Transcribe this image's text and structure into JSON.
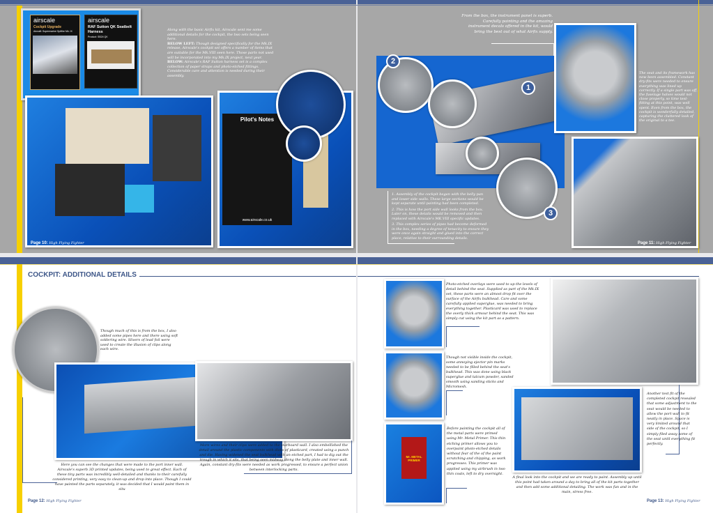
{
  "spread_top": {
    "left_page": {
      "intro": "Along with the basic Airfix kit, Airscale sent me some additional details for the cockpit, the two sets being seen here.",
      "below_left_label": "BELOW LEFT:",
      "below_left": "Though designed specifically for the Mk.IX release, Airscale's cockpit set offers a number of items that are suitable for the Mk.VIII seen here. Those parts not used will be incorporated into my Mk.IX project, next year.",
      "below_label": "BELOW:",
      "below": "Airscale's RAF Sutton harness set is a complex collection of paper straps and photo-etched fittings. Considerable care and attention is needed during their assembly.",
      "pack1": {
        "brand": "airscale",
        "title": "Cockpit Upgrade",
        "subtitle": "Aircraft: Supermarine Spitfire Mk. IX"
      },
      "pack2": {
        "brand": "airscale",
        "title": "RAF Sutton QK Seatbelt Harness",
        "product": "Product: SB24 QK"
      },
      "sheet_notes": "Pilot's Notes",
      "sheet_url": "www.airscale.co.uk",
      "folio_page": "Page 10:",
      "folio_title": "High Flying Fighter"
    },
    "right_page": {
      "panel_caption": "From the box, the instrument panel is superb. Carefully painting and the amazing instrument decals offered in the kit, would bring the best out of what Airfix supply.",
      "steps": [
        "1. Assembly of the cockpit began with the belly pan and lower side walls. These large sections would be kept separate until painting had been completed.",
        "2. This is how the port side wall looks from the box. Later on, these details would be removed and then replaced with Airscale's MK.VIII specific updates.",
        "3. This complex series of pipes had become deformed in the box, needing a degree of tenacity to ensure they were once again straight and glued into the correct place, relative to their surrounding details."
      ],
      "badges": [
        "1",
        "2",
        "3"
      ],
      "seat_caption": "The seat and its framework has now been assembled. Constant dry-fits were needed to ensure everything was lined up correctly. If a single part was off, the fuselage halves would not close properly, so time test-fitting at this point, was well spent. Even from the box, the cockpit is wonderfully detailed, capturing the cluttered look of the original to a tee.",
      "folio_page": "Page 11:",
      "folio_title": "High Flying Fighter"
    }
  },
  "spread_bottom": {
    "left_page": {
      "heading": "COCKPIT: ADDITIONAL DETAILS",
      "pipes_caption": "Though much of this is from the box, I also added some pipes here and there using soft soldering wire. Slivers of lead foil were used to create the illusion of clips along each wire.",
      "wall_caption": "Here you can see the changes that were made to the port inner wall. Airscale's superb 3D printed updates, being used to great effect. Each of these tiny parts was incredibly well-detailed and thanks to their carefully considered printing, very easy to clean-up and drop into place. Though I could have painted the parts separately, it was decided that I would paint them in situ",
      "wires_caption": "More wires and their clips were added to the starboard wall. I also embellished the detail around the plastic components with disks of plasticard, created using a punch and die. Having widened the seat bulkhead with an etched part, I had to dig out the trough in which it sits, that being seen midway along the belly plate and inner wall. Again, constant dry-fits were needed as work progressed, to ensure a perfect union between interlocking parts.",
      "folio_page": "Page 12:",
      "folio_title": "High Flying Fighter"
    },
    "right_page": {
      "etch_caption": "Photo-etched overlays were used to up the levels of detail behind the seat. Supplied as part of the Mk.IX set, these parts were an almost drop fit over the surface of the Airfix bulkhead. Care and some carefully applied superglue, was needed to bring everything together. Plasticard was used to replace the overly thick armour behind the seat. This was simply cut using the kit part as a pattern.",
      "ejector_caption": "Though not visible inside the cockpit, some annoying ejector pin marks needed to be filled behind the seat's bulkhead. This was done using black superglue and talcum powder, sanded smooth using sanding sticks and Micromesh.",
      "primer_caption": "Before painting the cockpit all of the metal parts were primed using Mr. Metal Primer. This thin etching primer allows you to overpaint photo-etched details without fear of the of the paint scratching and chipping, as work progresses. This primer was applied using my airbrush in two thin coats, left to dry overnight.",
      "primer_label": "Mr. METAL PRIMER",
      "testfit_caption": "Another test fit of the completed cockpit revealed that some adjustment to the seat would be needed to allow the port wall to fit neatly in place. Space is very limited around that side of the cockpit, so I simply filed away some of the seat until everything fit perfectly.",
      "final_caption": "A final look into the cockpit and we are ready to paint. Assembly up until this point had taken around a day to bring all of the kit parts together and then add some additional detailing. The work was fun and in the main, stress free.",
      "folio_page": "Page 13:",
      "folio_title": "High Flying Fighter"
    }
  },
  "colors": {
    "bar": "#4a6296",
    "accent": "#f7d000",
    "page_grey": "#a7a7a7",
    "heading": "#3d5688"
  }
}
